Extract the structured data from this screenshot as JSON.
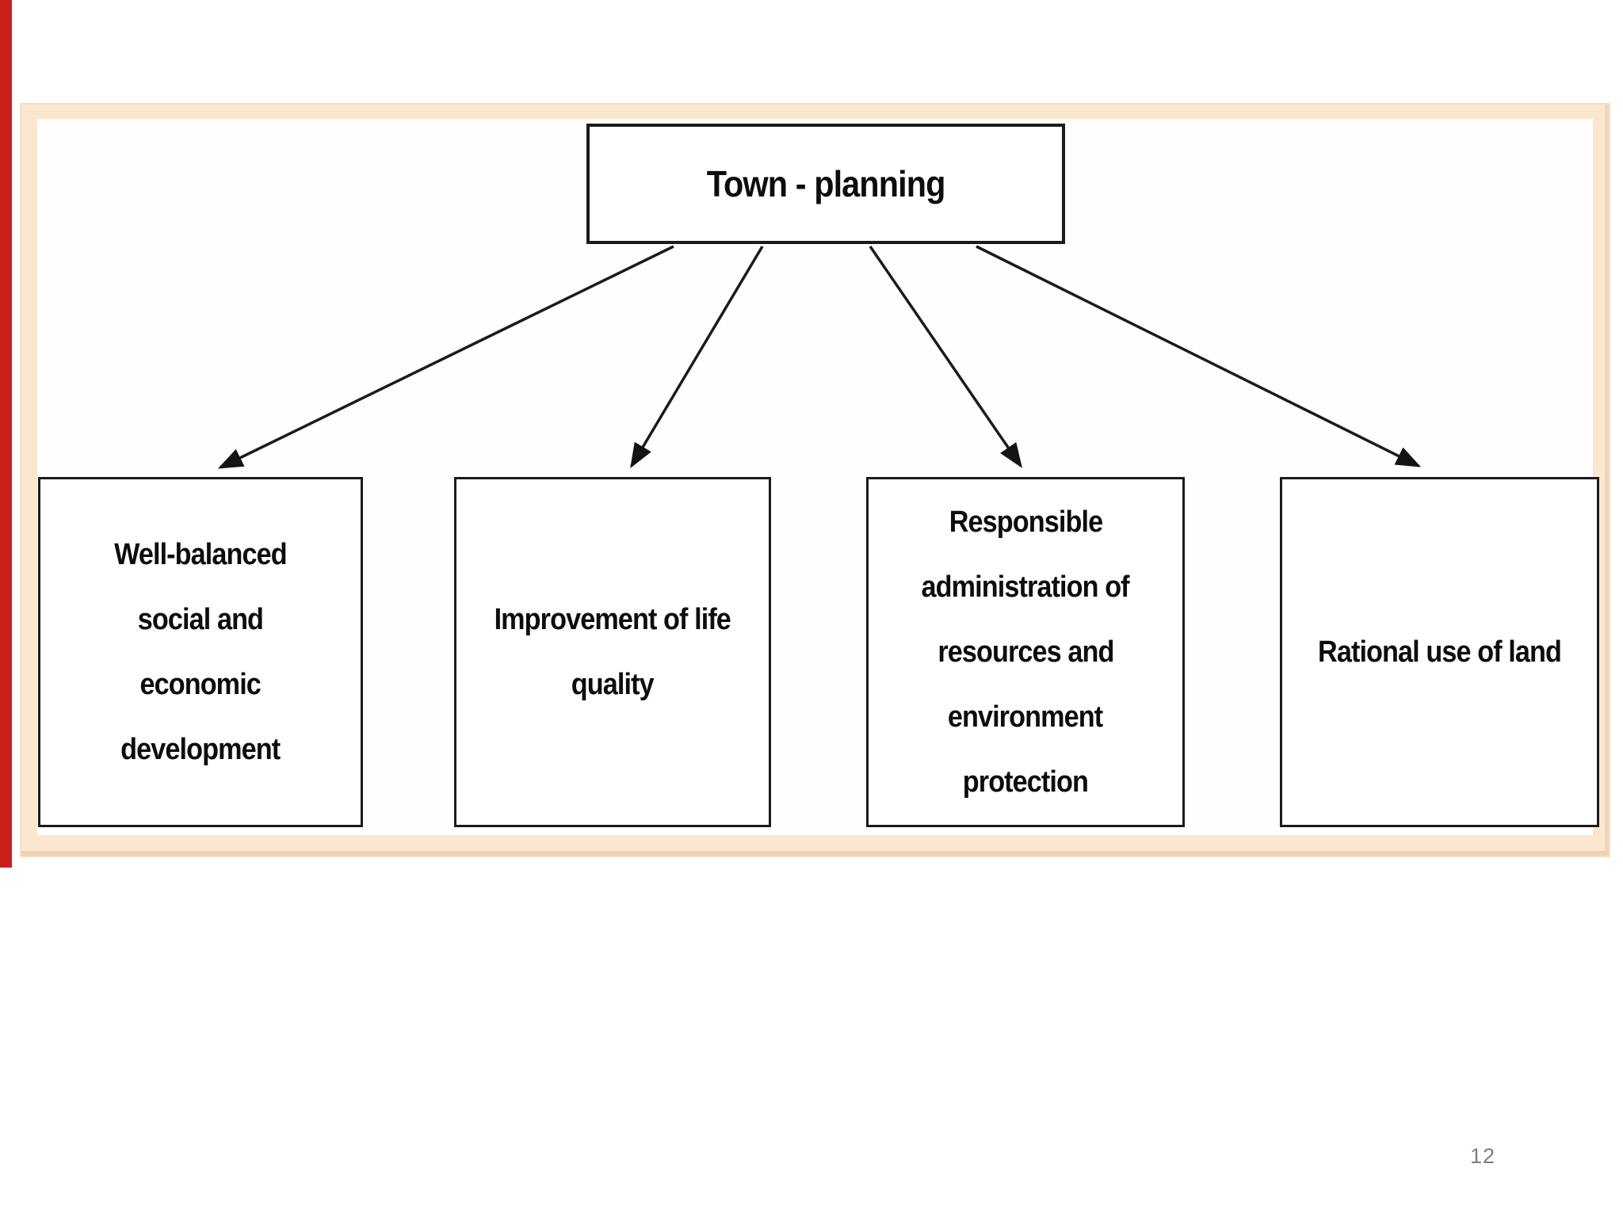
{
  "slide": {
    "background": "#ffffff",
    "accent_bar_color": "#c9201d",
    "panel_color": "#fbe6d0",
    "panel_edge_color": "#eed2ac",
    "box_border_color": "#1b1b1b",
    "text_color": "#0d0d0d"
  },
  "diagram": {
    "type": "flowchart",
    "root_label": "Town - planning",
    "boxes": [
      {
        "label": "Well-balanced social and economic development",
        "lines": [
          "Well-balanced",
          "social and",
          "economic",
          "development"
        ]
      },
      {
        "label": "Improvement of life quality",
        "lines": [
          "Improvement of life",
          "quality"
        ]
      },
      {
        "label": "Responsible administration of resources and environment protection",
        "lines": [
          "Responsible",
          "administration of",
          "resources and",
          "environment",
          "protection"
        ]
      },
      {
        "label": "Rational use of land",
        "lines": [
          "Rational use of land"
        ]
      }
    ]
  },
  "footer": {
    "page_number": "12"
  }
}
